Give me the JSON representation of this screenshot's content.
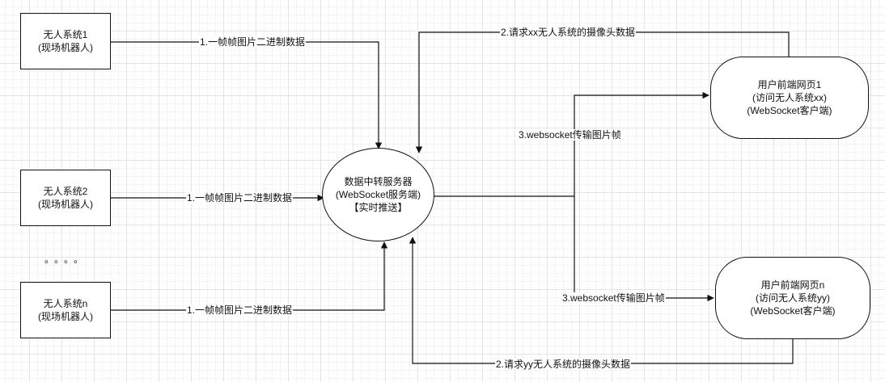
{
  "nodes": {
    "robot1": {
      "line1": "无人系统1",
      "line2": "(现场机器人)"
    },
    "robot2": {
      "line1": "无人系统2",
      "line2": "(现场机器人)"
    },
    "robotn": {
      "line1": "无人系统n",
      "line2": "(现场机器人)"
    },
    "server": {
      "line1": "数据中转服务器",
      "line2": "(WebSocket服务端)",
      "line3": "【实时推送】"
    },
    "client1": {
      "line1": "用户前端网页1",
      "line2": "(访问无人系统xx)",
      "line3": "(WebSocket客户端)"
    },
    "clientn": {
      "line1": "用户前端网页n",
      "line2": "(访问无人系统yy)",
      "line3": "(WebSocket客户端)"
    }
  },
  "ellipsis": "。。。。",
  "edges": {
    "robot1_to_server": "1.一帧帧图片二进制数据",
    "robot2_to_server": "1.一帧帧图片二进制数据",
    "robotn_to_server": "1.一帧帧图片二进制数据",
    "client1_request": "2.请求xx无人系统的摄像头数据",
    "clientn_request": "2.请求yy无人系统的摄像头数据",
    "push_to_client1": "3.websocket传输图片帧",
    "push_to_clientn": "3.websocket传输图片帧"
  }
}
